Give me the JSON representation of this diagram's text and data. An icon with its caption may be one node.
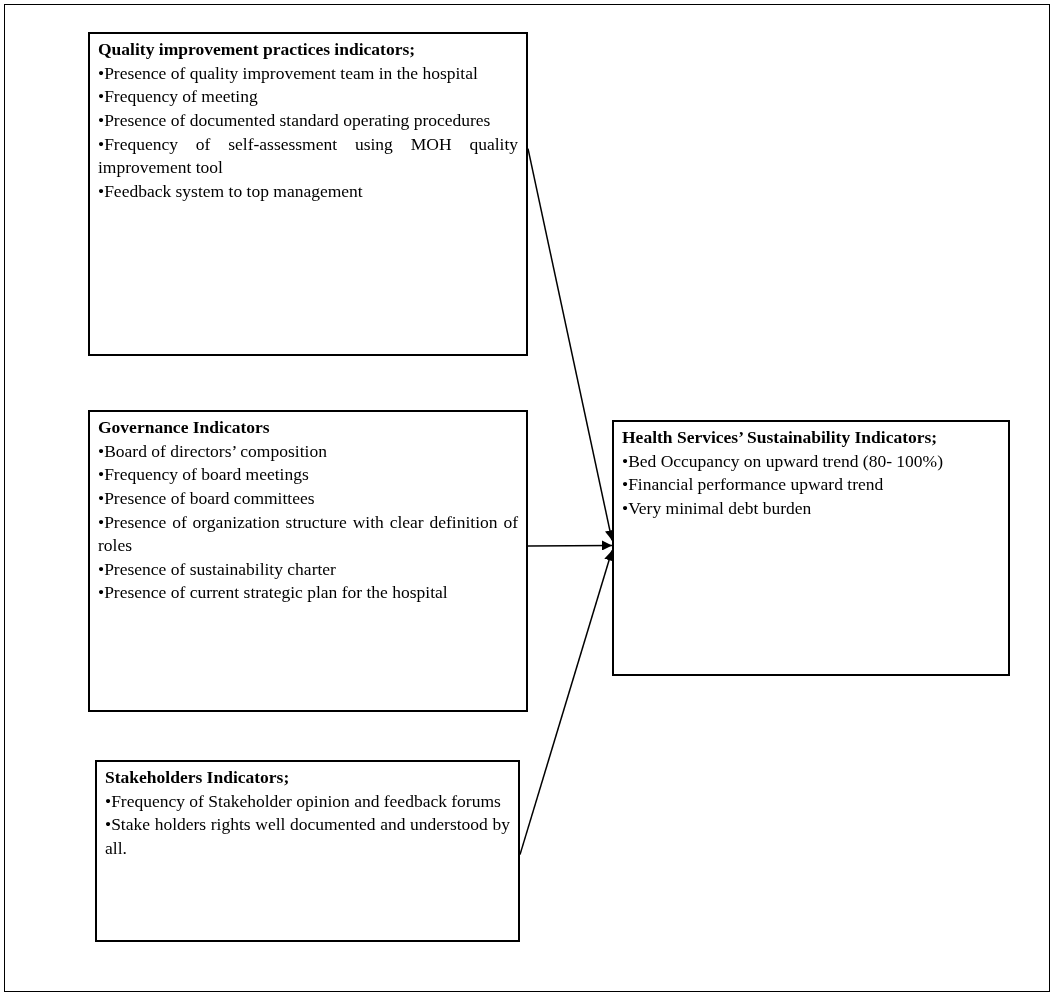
{
  "diagram": {
    "nodes": [
      {
        "text": [
          "Quality improvement practices indicators;",
          "•Presence of quality improvement team in the hospital",
          "•Frequency of meeting",
          "•Presence of documented standard operating procedures",
          "•Frequency of self-assessment using MOH quality improvement tool",
          "•Feedback system to top management"
        ]
      },
      {
        "text": [
          "Governance Indicators",
          "•Board of directors’ composition",
          "•Frequency of board meetings",
          "•Presence of board committees",
          "•Presence of organization structure with clear definition of roles",
          "•Presence of sustainability charter",
          "•Presence of current strategic plan for the hospital"
        ]
      },
      {
        "text": [
          "Stakeholders Indicators;",
          "•Frequency of Stakeholder opinion and feedback forums",
          "•Stake holders rights well documented and understood by all."
        ]
      },
      {
        "text": [
          "Health Services’ Sustainability Indicators;",
          "•Bed Occupancy on upward trend (80- 100%)",
          "•Financial performance upward trend",
          "•Very minimal debt burden"
        ]
      }
    ],
    "edges": [
      {
        "from": 0,
        "to": 3,
        "arrow": "to"
      },
      {
        "from": 1,
        "to": 3,
        "arrow": "to"
      },
      {
        "from": 2,
        "to": 3,
        "arrow": "to"
      }
    ]
  }
}
